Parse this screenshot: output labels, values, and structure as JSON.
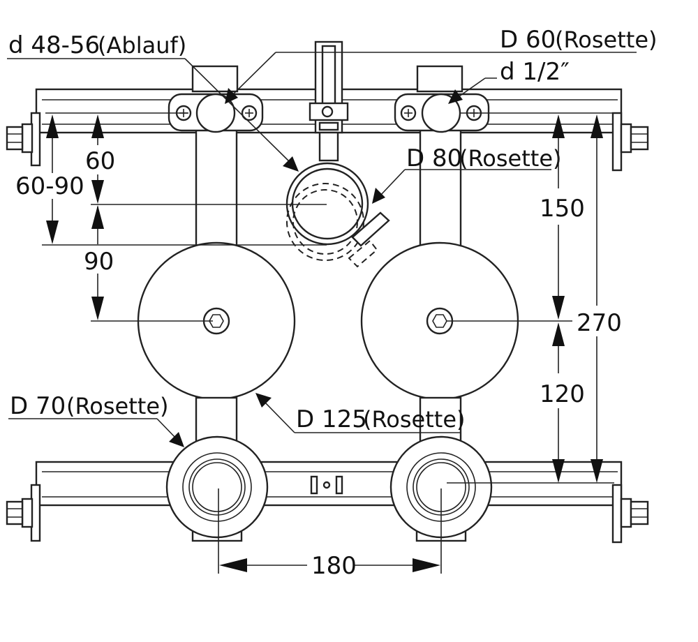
{
  "labels": {
    "d_ablauf": "d 48-56",
    "d_ablauf_note": "(Ablauf)",
    "D60": "D 60",
    "D60_note": "(Rosette)",
    "d_half": "d 1/2″",
    "D80": "D 80",
    "D80_note": "(Rosette)",
    "D70": "D 70",
    "D70_note": "(Rosette)",
    "D125": "D 125",
    "D125_note": "(Rosette)"
  },
  "dimensions": {
    "dim_60": "60",
    "dim_60_90": "60-90",
    "dim_90": "90",
    "dim_150": "150",
    "dim_270": "270",
    "dim_120": "120",
    "dim_180": "180"
  }
}
